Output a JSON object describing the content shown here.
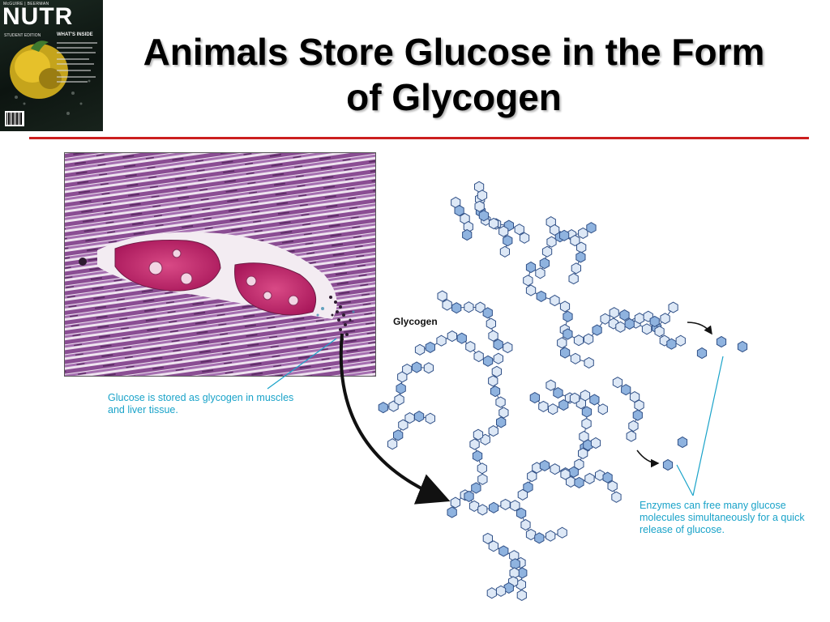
{
  "cover": {
    "authors": "McGUIRE | BEERMAN",
    "title": "NUTR",
    "edition": "STUDENT EDITION",
    "inside": "WHAT'S INSIDE"
  },
  "slide": {
    "title": "Animals Store Glucose in the Form of Glycogen"
  },
  "diagram": {
    "glycogen_label": "Glycogen",
    "caption_left": "Glucose is stored as glycogen in muscles and liver tissue.",
    "caption_right": "Enzymes can free many glucose molecules simultaneously for a quick release of glucose.",
    "colors": {
      "hex_light": "#dde8f6",
      "hex_dark": "#8fb3df",
      "hex_stroke": "#2f4f86",
      "leader_line": "#1aa3c9",
      "title_rule": "#cc1f1f"
    }
  }
}
